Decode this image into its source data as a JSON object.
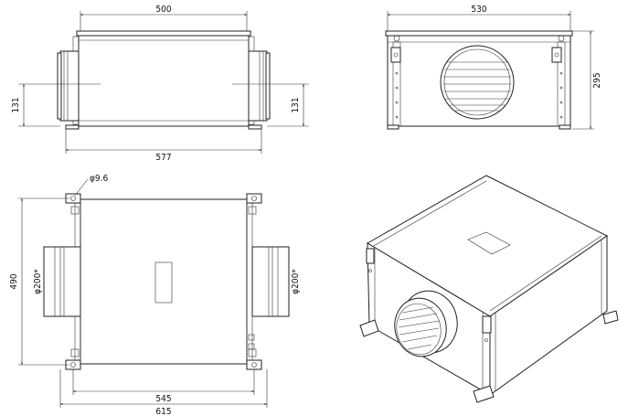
{
  "views": {
    "top_left": {
      "dim_top": "500",
      "dim_left": "131",
      "dim_right": "131",
      "dim_bottom": "577"
    },
    "top_right": {
      "dim_top": "530",
      "dim_right": "295"
    },
    "bottom_left": {
      "hole_label": "φ9.6",
      "dim_left": "490",
      "duct_left": "φ200*",
      "duct_right": "φ200*",
      "dim_inner": "545",
      "dim_outer": "615"
    }
  }
}
